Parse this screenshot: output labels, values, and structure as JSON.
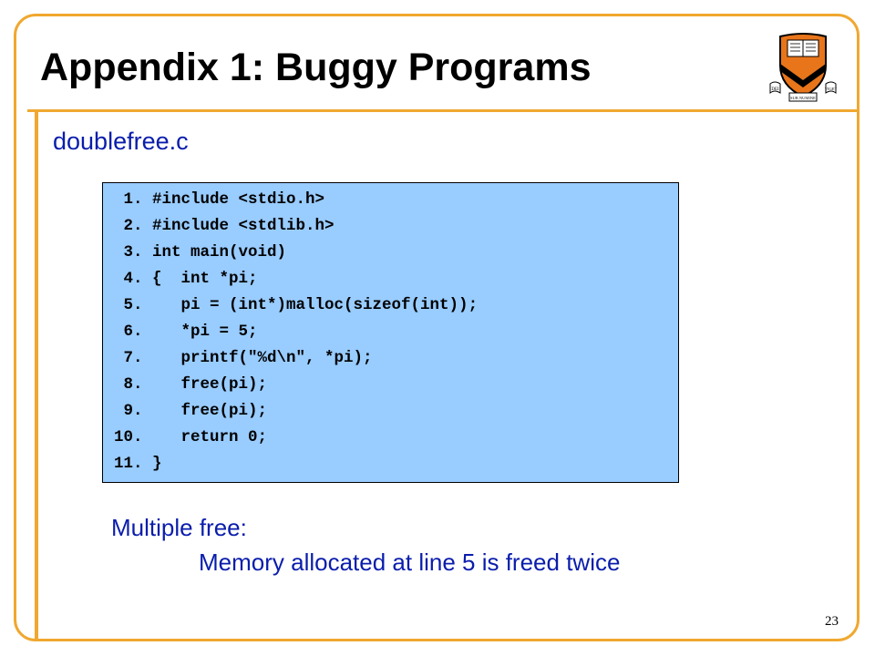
{
  "slide": {
    "title": "Appendix 1: Buggy Programs",
    "filename": "doublefree.c",
    "code_lines": [
      " 1. #include <stdio.h>",
      " 2. #include <stdlib.h>",
      " 3. int main(void)",
      " 4. {  int *pi;",
      " 5.    pi = (int*)malloc(sizeof(int));",
      " 6.    *pi = 5;",
      " 7.    printf(\"%d\\n\", *pi);",
      " 8.    free(pi);",
      " 9.    free(pi);",
      "10.    return 0;",
      "11. }"
    ],
    "note_heading": "Multiple free:",
    "note_detail": "Memory allocated at line 5 is freed twice",
    "page_number": "23"
  },
  "logo": {
    "icon": "princeton-shield-icon",
    "motto_text": [
      "DEI",
      "SUB NUMINE",
      "VIGET"
    ]
  },
  "colors": {
    "accent_orange": "#f0a830",
    "text_blue": "#0a1dac",
    "code_background": "#99ccff",
    "shield_orange": "#e8751a"
  }
}
